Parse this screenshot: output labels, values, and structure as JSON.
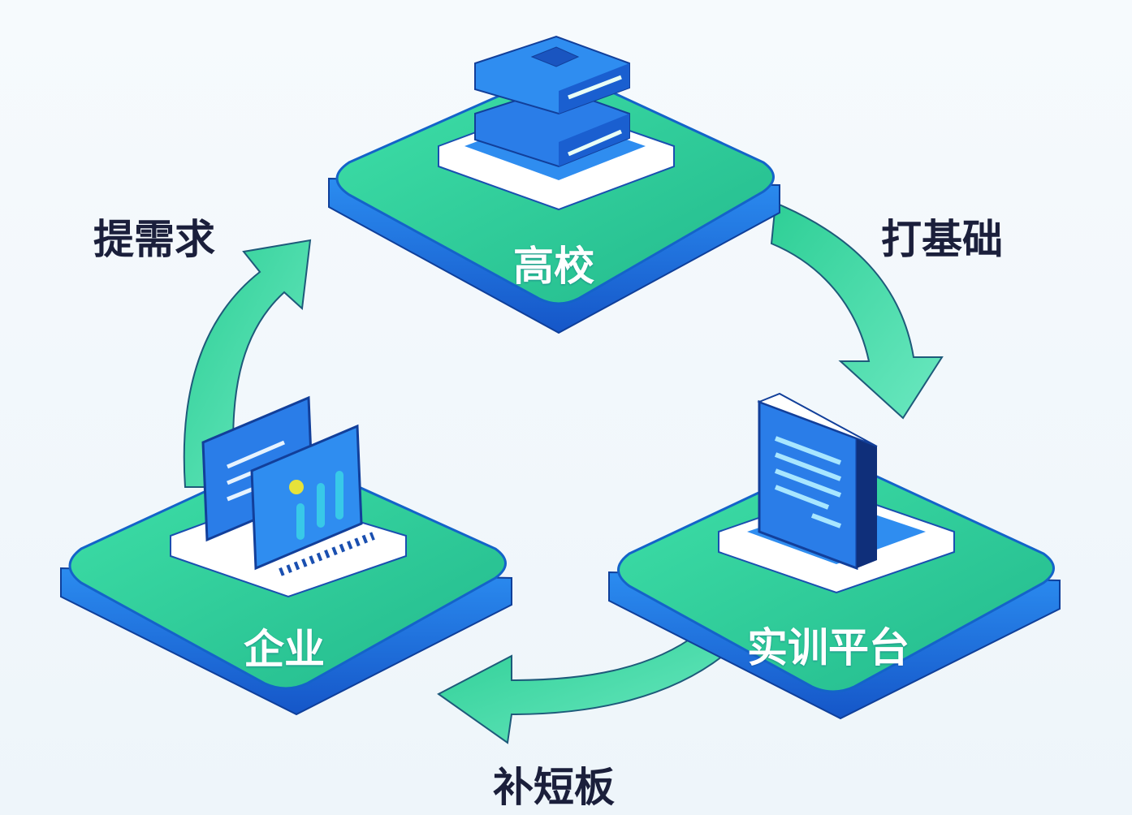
{
  "nodes": {
    "university": {
      "label": "高校"
    },
    "training_platform": {
      "label": "实训平台"
    },
    "enterprise": {
      "label": "企业"
    }
  },
  "flows": {
    "lay_foundation": {
      "label": "打基础"
    },
    "fill_gaps": {
      "label": "补短板"
    },
    "raise_demand": {
      "label": "提需求"
    }
  },
  "colors": {
    "platform_top": "#2fd39a",
    "platform_side": "#1f6fe0",
    "arrow": "#3fd9a0",
    "text_dark": "#1b1f3b"
  }
}
